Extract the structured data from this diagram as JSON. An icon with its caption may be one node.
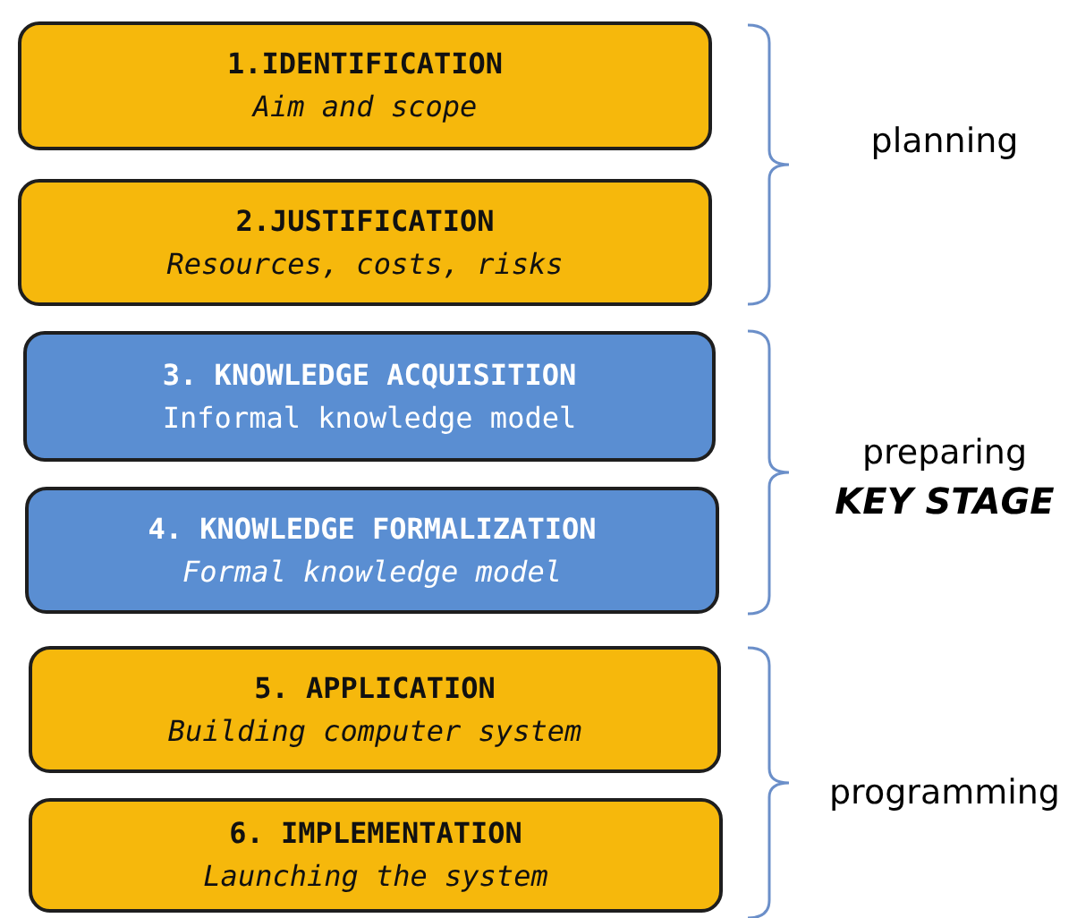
{
  "diagram": {
    "nodes": [
      {
        "text": [
          "1.IDENTIFICATION",
          "Aim and scope"
        ]
      },
      {
        "text": [
          "2.JUSTIFICATION",
          "Resources, costs, risks"
        ]
      },
      {
        "text": [
          "3. KNOWLEDGE ACQUISITION",
          "Informal knowledge model"
        ]
      },
      {
        "text": [
          "4. KNOWLEDGE FORMALIZATION",
          "Formal knowledge model"
        ]
      },
      {
        "text": [
          "5. APPLICATION",
          "Building computer system"
        ]
      },
      {
        "text": [
          "6. IMPLEMENTATION",
          "Launching the system"
        ]
      }
    ],
    "labels": [
      "planning",
      "preparing",
      "KEY STAGE",
      "programming"
    ]
  }
}
